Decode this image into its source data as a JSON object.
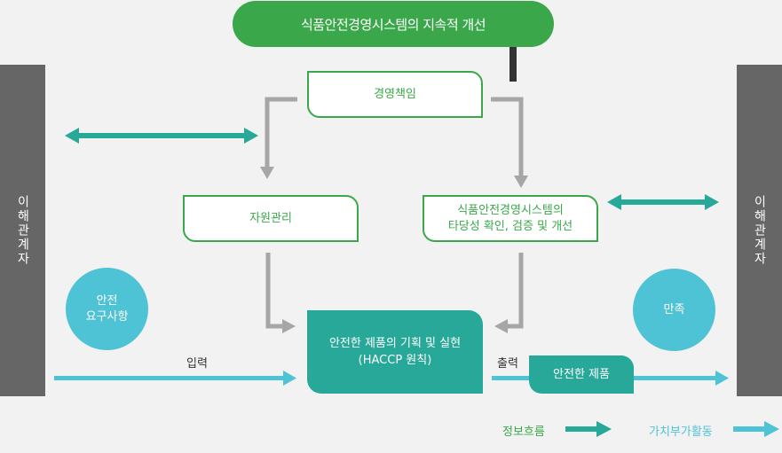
{
  "top": {
    "label": "식품안전경영시스템의 지속적 개선"
  },
  "stakeholder_left": "이해관계자",
  "stakeholder_right": "이해관계자",
  "boxes": {
    "management": "경영책임",
    "resource": "자원관리",
    "verification": "식품안전경영시스템의\n타당성 확인, 검증 및 개선",
    "planning": "안전한 제품의 기획 및 실현\n(HACCP 원칙)",
    "safe_product": "안전한 제품"
  },
  "circles": {
    "requirements": "안전\n요구사항",
    "satisfaction": "만족"
  },
  "flow_labels": {
    "input": "입력",
    "output": "출력"
  },
  "legend": {
    "info_flow": "정보흐름",
    "value_add": "가치부가활동"
  },
  "colors": {
    "green": "#3aa84a",
    "teal": "#27a899",
    "cyan": "#4ec3d6",
    "gray_arrow": "#a6a6a6",
    "bar": "#666666",
    "dark_arrow": "#333333"
  }
}
